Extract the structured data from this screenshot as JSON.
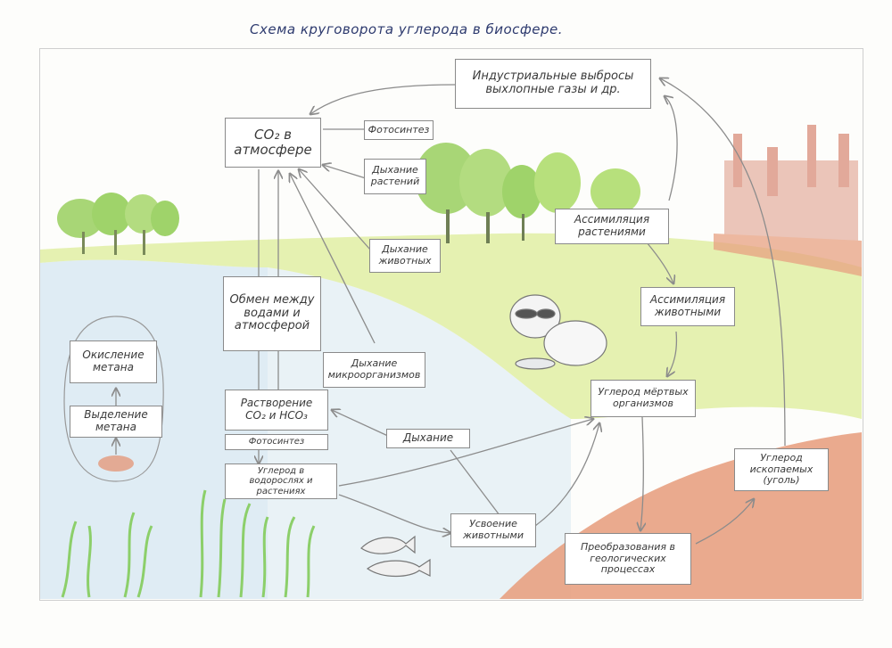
{
  "title": "Схема круговорота углерода в биосфере.",
  "boxes": {
    "industrial": "Индустриальные выбросы выхлопные газы и др.",
    "co2_atmosphere": "CO₂ в атмосфере",
    "photosynthesis_top": "Фотосинтез",
    "plant_respiration": "Дыхание растений",
    "animal_respiration": "Дыхание животных",
    "assimilation_plants": "Ассимиляция растениями",
    "assimilation_animals": "Ассимиляция животными",
    "exchange_water_atm": "Обмен между водами и атмосферой",
    "microorganism_respiration": "Дыхание микроорганизмов",
    "dead_organisms_carbon": "Углерод мёртвых организмов",
    "methane_oxidation": "Окисление метана",
    "methane_release": "Выделение метана",
    "dissolution": "Растворение CO₂ и HCO₃",
    "photosynthesis_water": "Фотосинтез",
    "respiration": "Дыхание",
    "algae_plants_carbon": "Углерод в водорослях и растениях",
    "animal_digestion": "Усвоение животными",
    "fossil_carbon": "Углерод ископаемых (уголь)",
    "geological_transformations": "Преобразования в геологических процессах"
  },
  "colors": {
    "grass": "#d8ec9a",
    "water": "#cfe2ee",
    "soil": "#e59a7a",
    "arrow": "#8c8c8c",
    "tree": "#9fd36a",
    "factory": "#d98e7a"
  }
}
